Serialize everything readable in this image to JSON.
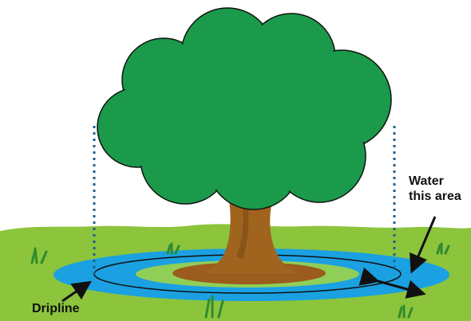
{
  "labels": {
    "water_line1": "Water",
    "water_line2": "this area",
    "dripline": "Dripline"
  },
  "colors": {
    "canopy": "#1a9a4a",
    "canopy_outline": "#111111",
    "trunk": "#a0641e",
    "grass": "#8cc43c",
    "water": "#1ba1e2",
    "mulch_ring": "#8fcf57",
    "soil": "#9b5c1e",
    "dripline_dashes": "#1f5f8f",
    "text": "#111111"
  },
  "icons": [
    "arrow-icon",
    "double-arrow-icon",
    "grass-tuft-icon"
  ]
}
